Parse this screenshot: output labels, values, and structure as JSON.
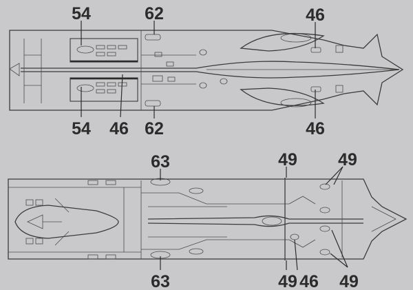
{
  "callouts": {
    "top_54_a": "54",
    "top_62_a": "62",
    "top_46_a": "46",
    "top_54_b": "54",
    "top_46_b": "46",
    "top_62_b": "62",
    "top_46_c": "46",
    "bot_63_a": "63",
    "bot_49_a": "49",
    "bot_49_b": "49",
    "bot_63_b": "63",
    "bot_49_c": "49",
    "bot_46": "46",
    "bot_49_d": "49"
  },
  "colors": {
    "background": "#c9c9cb",
    "line": "#3a3a3a",
    "text": "#2b2b2b"
  }
}
